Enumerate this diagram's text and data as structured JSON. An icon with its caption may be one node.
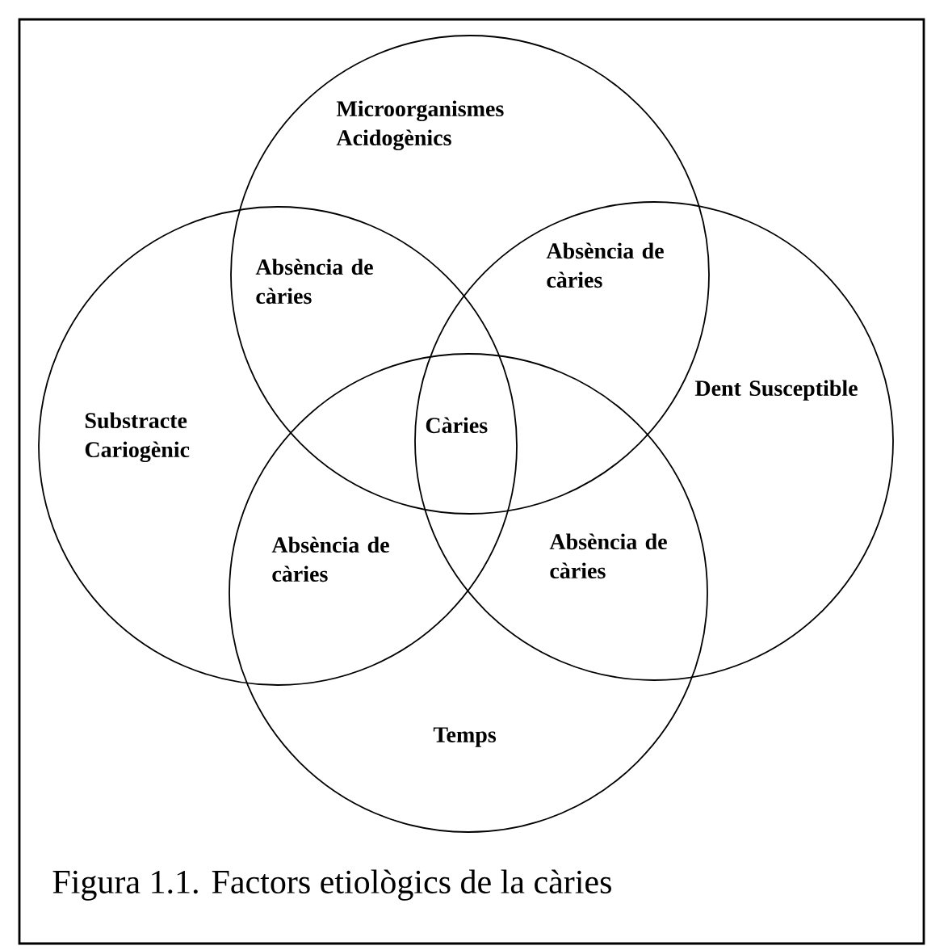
{
  "diagram": {
    "caption": "Figura 1.1. Factors etiològics de la càries",
    "nodes": [
      {
        "text": [
          "Microorganismes Acidogènics"
        ]
      },
      {
        "text": [
          "Substracte Cariogènic"
        ]
      },
      {
        "text": [
          "Dent Susceptible"
        ]
      },
      {
        "text": [
          "Temps"
        ]
      }
    ],
    "labels": [
      "Absència de càries",
      "Absència de càries",
      "Càries",
      "Absència de càries",
      "Absència de càries"
    ]
  }
}
